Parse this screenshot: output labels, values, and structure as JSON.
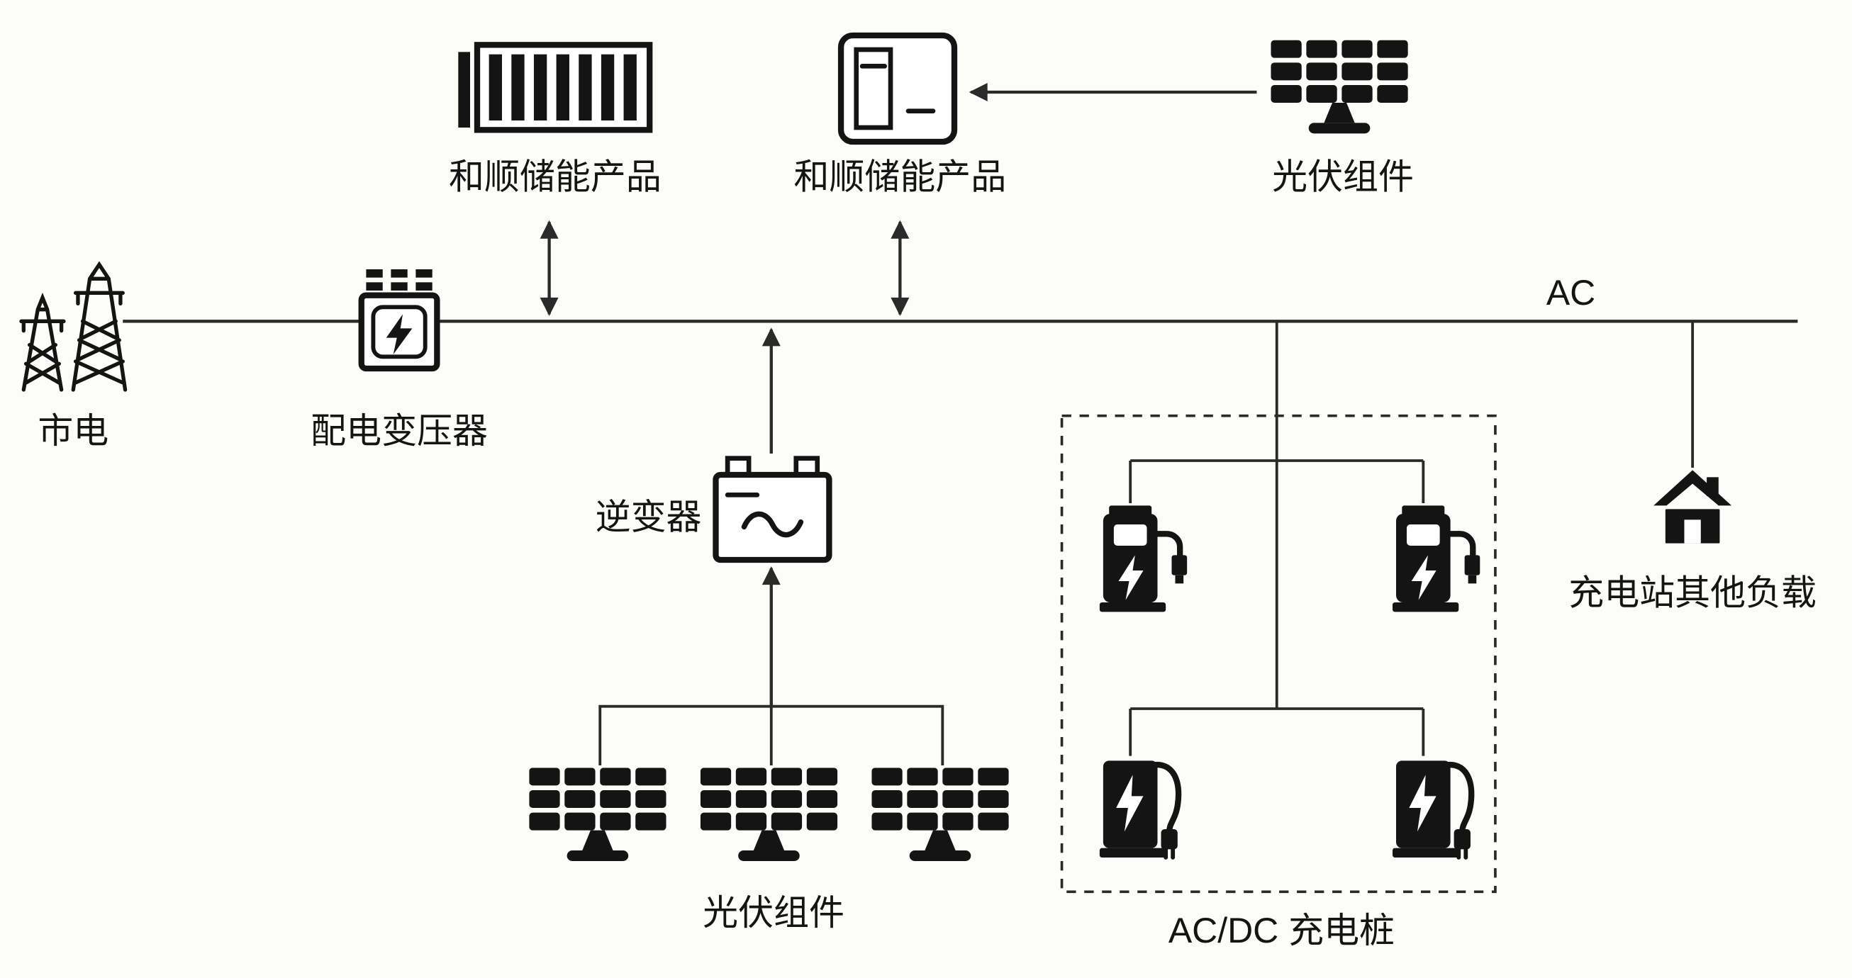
{
  "labels": {
    "storage_left": "和顺储能产品",
    "storage_right": "和顺储能产品",
    "pv_top": "光伏组件",
    "grid": "市电",
    "transformer": "配电变压器",
    "ac_bus": "AC",
    "inverter": "逆变器",
    "pv_bottom": "光伏组件",
    "charger_box": "AC/DC 充电桩",
    "other_loads": "充电站其他负载"
  },
  "colors": {
    "ink": "#141414",
    "connector": "#2a2a2a",
    "background": "#fcfcf9"
  },
  "icons": {
    "grid-tower-icon": "lattice transmission towers",
    "transformer-icon": "box with cooling fins and lightning bolt",
    "battery-container-icon": "containerized battery storage rack",
    "storage-cabinet-icon": "cabinet with two panels and switch marks",
    "solar-panel-icon": "photovoltaic panel grid on stand",
    "inverter-icon": "box with two top terminals and sine wave",
    "ac-charger-icon": "charging pile with screen, bolt and nozzle hook",
    "dc-charger-icon": "charging pile with bolt, cable and plug",
    "house-icon": "house silhouette with door",
    "arrowhead-icon": "solid triangle arrowhead"
  }
}
